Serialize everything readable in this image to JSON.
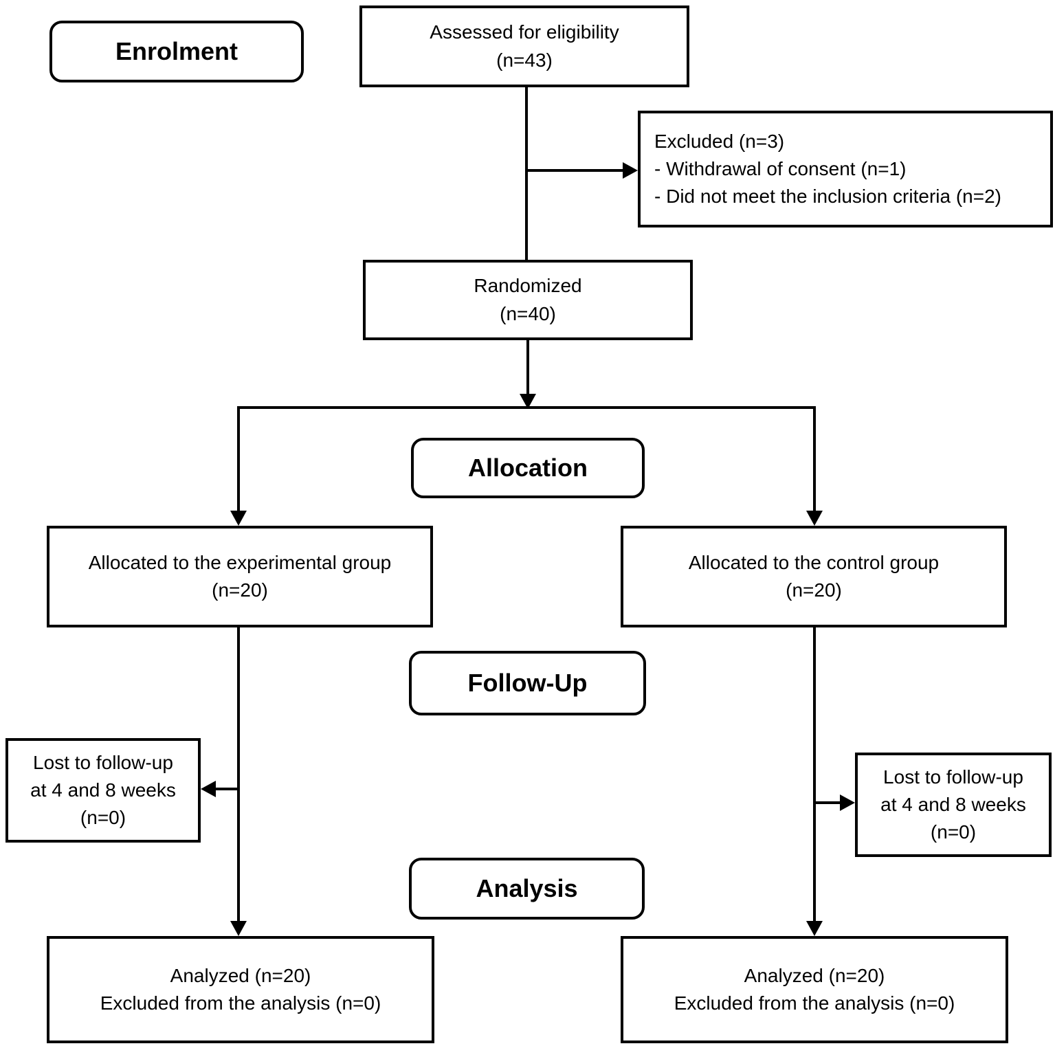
{
  "diagram": {
    "type": "consort-flow",
    "colors": {
      "line": "#000000",
      "background": "#ffffff",
      "text": "#000000"
    },
    "stages": {
      "enrolment": "Enrolment",
      "allocation": "Allocation",
      "followup": "Follow-Up",
      "analysis": "Analysis"
    },
    "boxes": {
      "assessed": {
        "lines": [
          "Assessed for eligibility",
          "(n=43)"
        ]
      },
      "excluded": {
        "lines": [
          "Excluded (n=3)",
          "- Withdrawal of consent (n=1)",
          "- Did not meet the inclusion criteria (n=2)"
        ]
      },
      "randomized": {
        "lines": [
          "Randomized",
          "(n=40)"
        ]
      },
      "allocated_experimental": {
        "lines": [
          "Allocated to the experimental group",
          "(n=20)"
        ]
      },
      "allocated_control": {
        "lines": [
          "Allocated to the control group",
          "(n=20)"
        ]
      },
      "lost_experimental": {
        "lines": [
          "Lost to follow-up",
          "at 4 and 8 weeks",
          "(n=0)"
        ]
      },
      "lost_control": {
        "lines": [
          "Lost to follow-up",
          "at 4 and 8 weeks",
          "(n=0)"
        ]
      },
      "analyzed_experimental": {
        "lines": [
          "Analyzed (n=20)",
          "Excluded from the analysis (n=0)"
        ]
      },
      "analyzed_control": {
        "lines": [
          "Analyzed (n=20)",
          "Excluded from the analysis (n=0)"
        ]
      }
    }
  }
}
